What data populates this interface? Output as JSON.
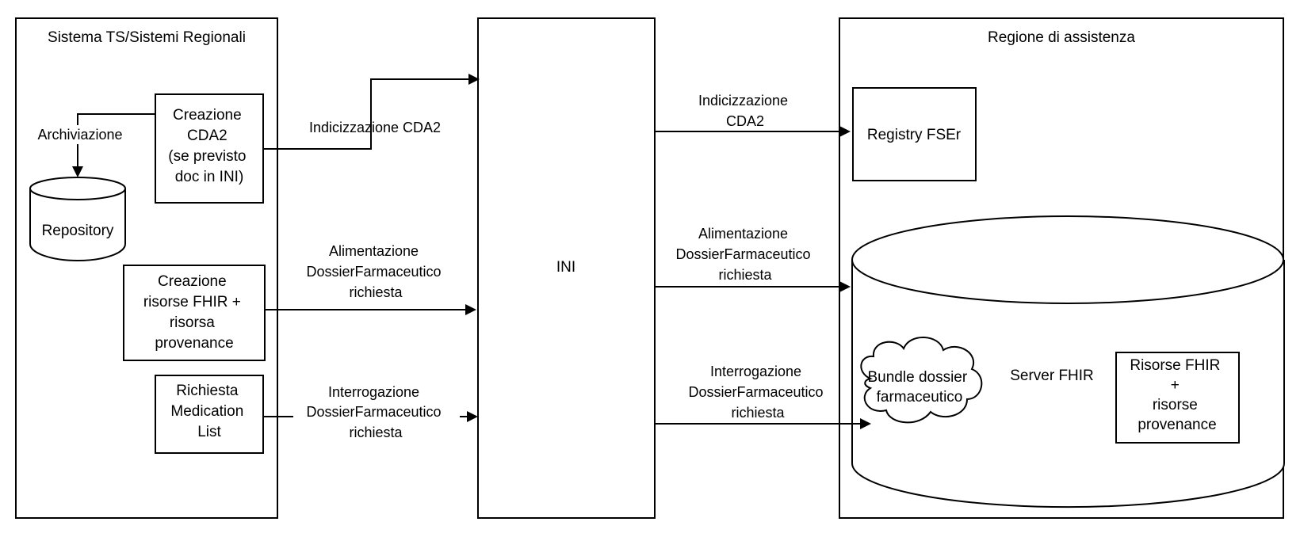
{
  "containers": {
    "left": {
      "title": "Sistema TS/Sistemi Regionali"
    },
    "middle": {
      "title": "INI"
    },
    "right": {
      "title": "Regione di assistenza"
    }
  },
  "nodes": {
    "creazione_cda2": [
      "Creazione",
      "CDA2",
      "(se previsto",
      "doc in INI)"
    ],
    "repository": "Repository",
    "creazione_fhir": [
      "Creazione",
      "risorse FHIR +",
      "risorsa",
      "provenance"
    ],
    "richiesta_medication": [
      "Richiesta",
      "Medication",
      "List"
    ],
    "registry": "Registry FSEr",
    "server_fhir": "Server FHIR",
    "bundle": [
      "Bundle dossier",
      "farmaceutico"
    ],
    "risorse_fhir": [
      "Risorse FHIR",
      "+",
      "risorse",
      "provenance"
    ]
  },
  "edges": {
    "archiviazione": "Archiviazione",
    "indicizzazione_left": "Indicizzazione CDA2",
    "alimentazione_left": [
      "Alimentazione",
      "DossierFarmaceutico",
      "richiesta"
    ],
    "interrogazione_left": [
      "Interrogazione",
      "DossierFarmaceutico",
      "richiesta"
    ],
    "indicizzazione_right": [
      "Indicizzazione",
      "CDA2"
    ],
    "alimentazione_right": [
      "Alimentazione",
      "DossierFarmaceutico",
      "richiesta"
    ],
    "interrogazione_right": [
      "Interrogazione",
      "DossierFarmaceutico",
      "richiesta"
    ]
  }
}
